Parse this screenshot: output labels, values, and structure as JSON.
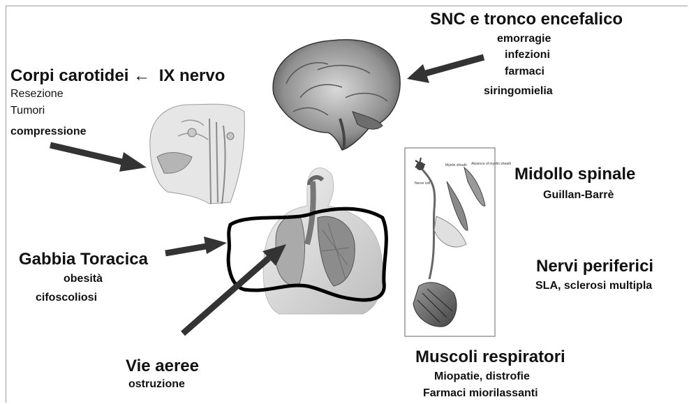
{
  "snc": {
    "title": "SNC e tronco encefalico",
    "items": [
      "emorragie",
      "infezioni",
      "farmaci",
      "siringomielia"
    ]
  },
  "carotid": {
    "title": "Corpi carotidei",
    "arrow": "←",
    "nerve": "IX nervo",
    "items": [
      "Resezione",
      "Tumori",
      "compressione"
    ]
  },
  "spinal": {
    "title": "Midollo spinale",
    "sub": "Guillan-Barrè"
  },
  "peripheral": {
    "title": "Nervi periferici",
    "sub": "SLA, sclerosi multipla"
  },
  "thorax": {
    "title": "Gabbia Toracica",
    "items": [
      "obesità",
      "cifoscoliosi"
    ]
  },
  "airways": {
    "title": "Vie aeree",
    "sub": "ostruzione"
  },
  "muscles": {
    "title": "Muscoli respiratori",
    "items": [
      "Miopatie, distrofie",
      "Farmaci miorilassanti"
    ]
  },
  "nerve_figure_labels": [
    "Nerve cell",
    "Myelin sheath",
    "Absence of myelin sheath"
  ],
  "colors": {
    "arrow": "#333333",
    "text": "#111111"
  }
}
